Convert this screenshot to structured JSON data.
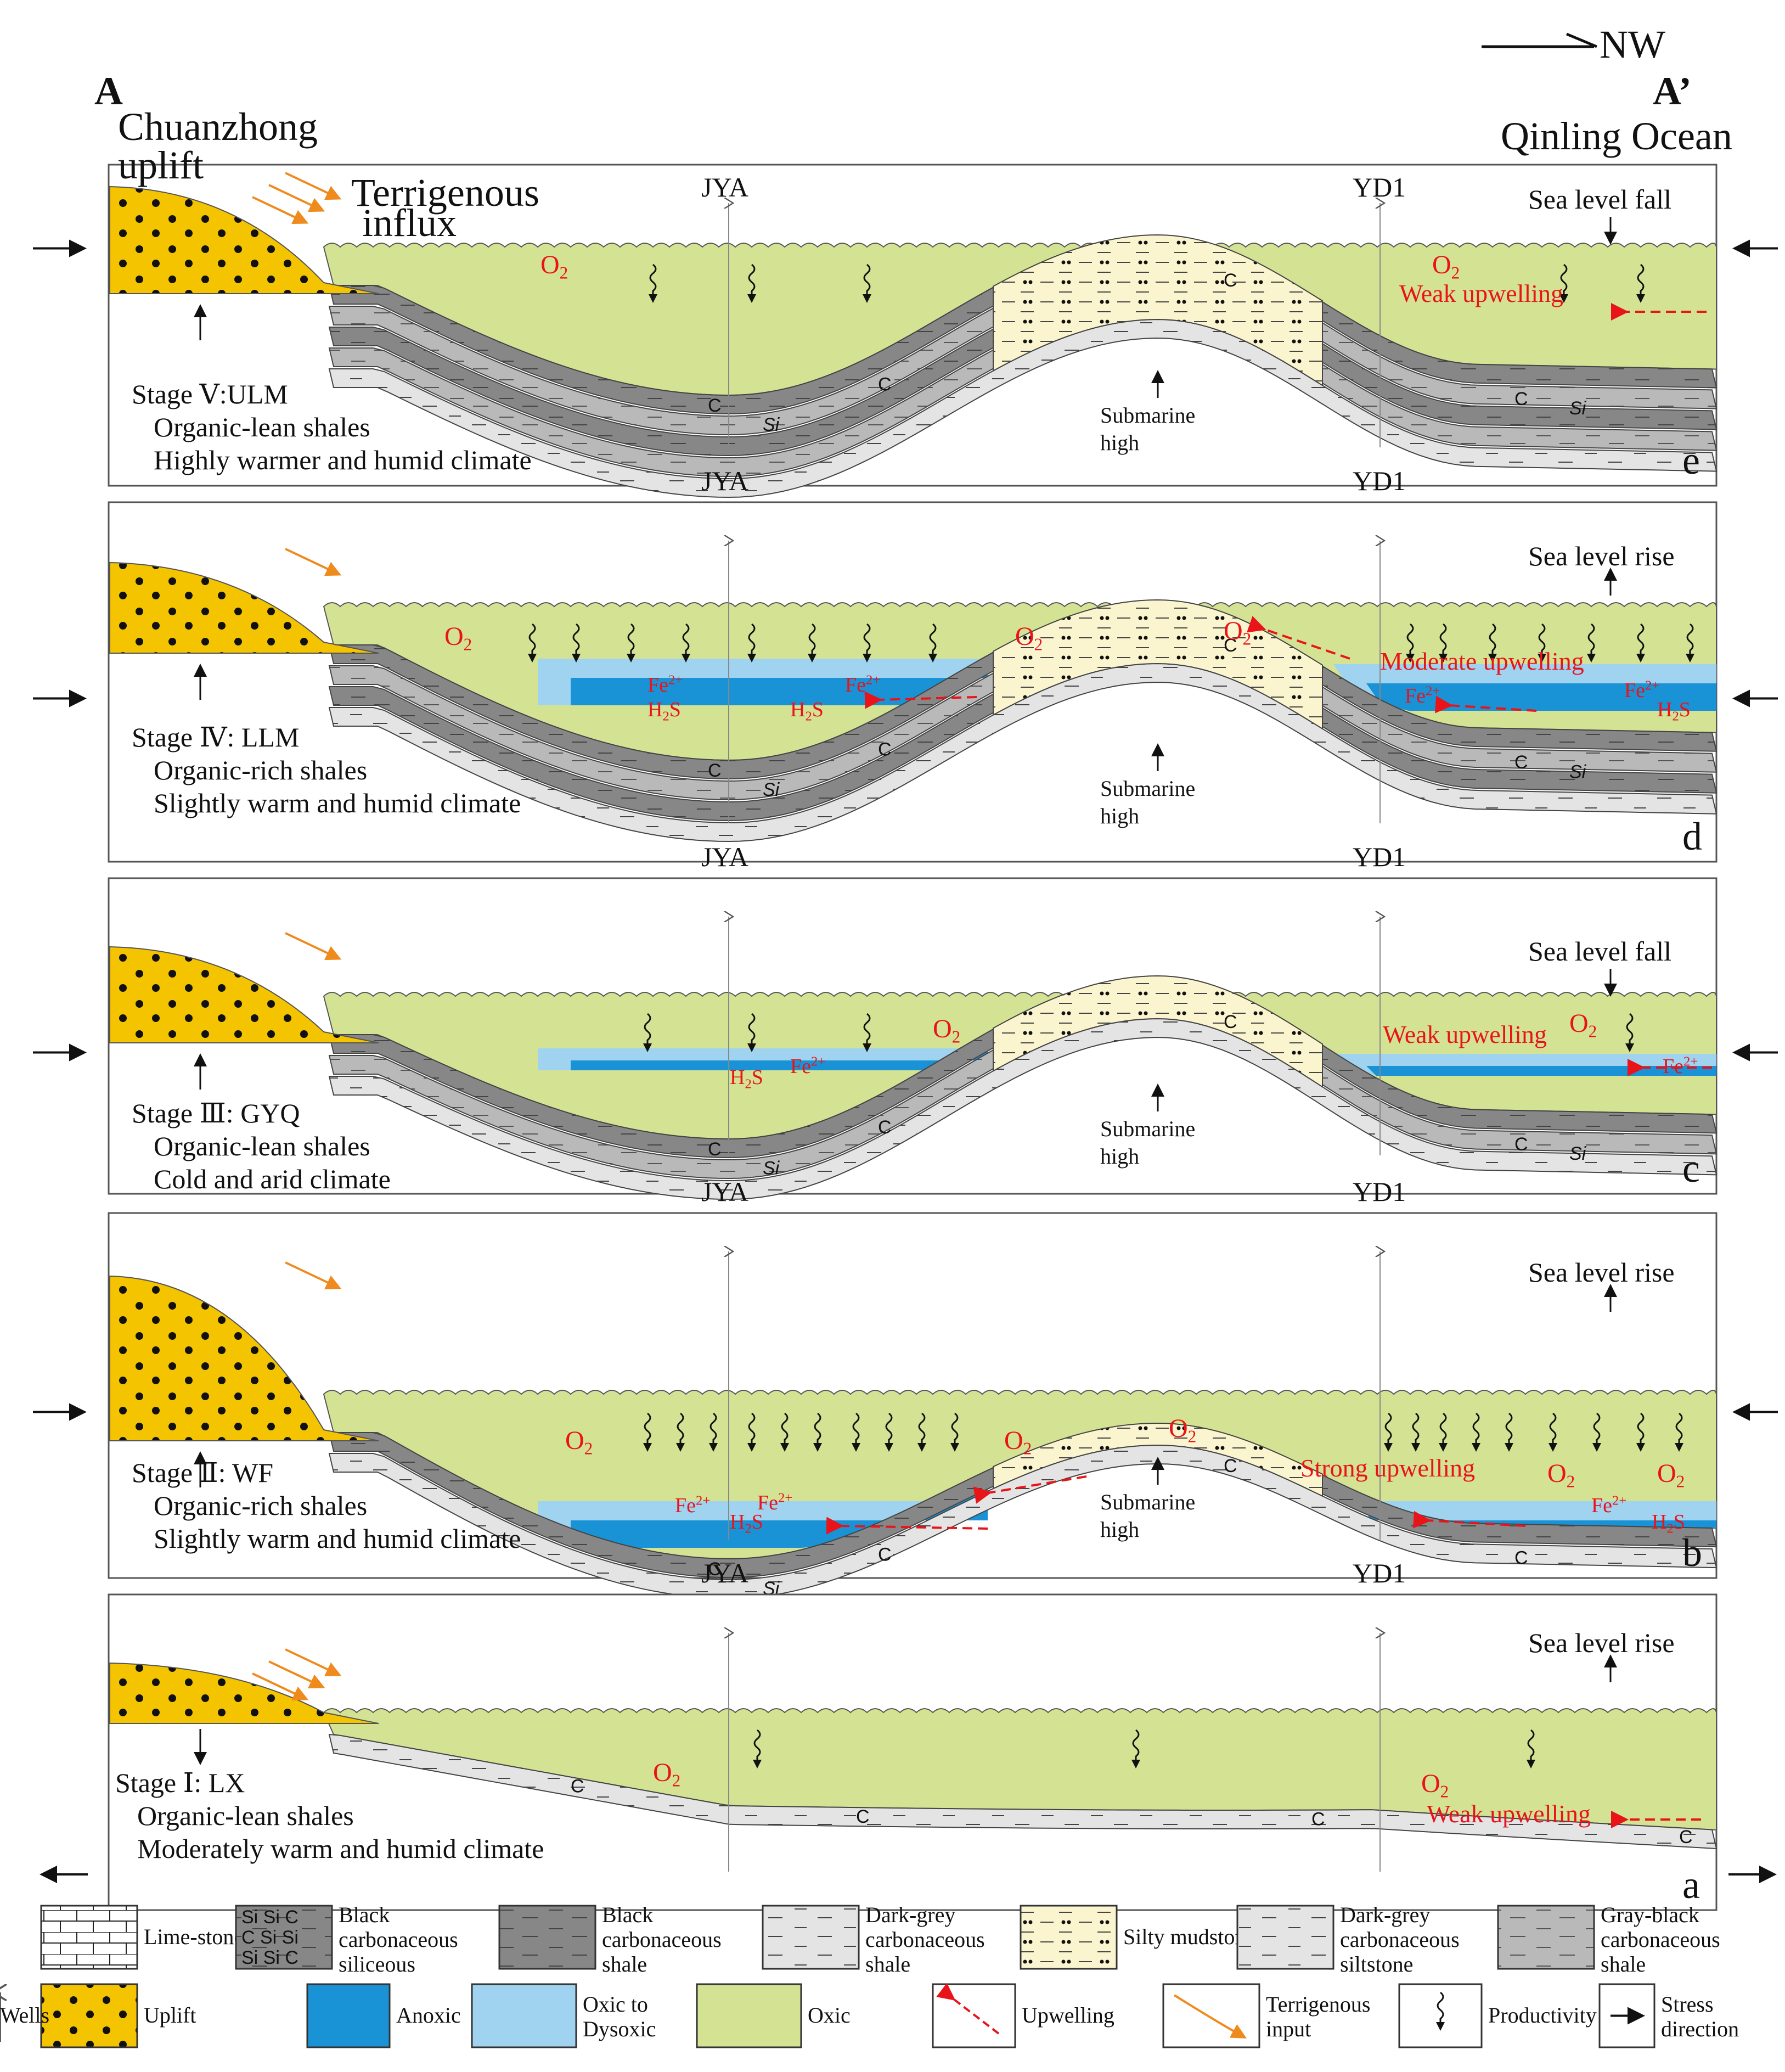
{
  "header": {
    "label_a": "A",
    "label_a_prime": "A’",
    "direction": "NW",
    "uplift": "Chuanzhong uplift",
    "ocean": "Qinling Ocean",
    "terrigenous": "Terrigenous influx"
  },
  "wells": {
    "w1": "JYA",
    "w2": "YD1"
  },
  "common": {
    "o2": "O2",
    "fe": "Fe2+",
    "h2s": "H2S",
    "submarine_high": "Submarine high"
  },
  "panels": [
    {
      "letter": "e",
      "sea_level": "Sea level fall",
      "stage": "Stage Ⅴ:ULM",
      "shale": "Organic-lean shales",
      "climate": "Highly warmer and humid climate",
      "upwelling": "Weak upwelling"
    },
    {
      "letter": "d",
      "sea_level": "Sea level rise",
      "stage": "Stage Ⅳ: LLM",
      "shale": "Organic-rich shales",
      "climate": "Slightly warm and humid climate",
      "upwelling": "Moderate upwelling"
    },
    {
      "letter": "c",
      "sea_level": "Sea level fall",
      "stage": "Stage Ⅲ: GYQ",
      "shale": "Organic-lean shales",
      "climate": "Cold and arid climate",
      "upwelling": "Weak upwelling"
    },
    {
      "letter": "b",
      "sea_level": "Sea level rise",
      "stage": "Stage Ⅱ: WF",
      "shale": "Organic-rich shales",
      "climate": "Slightly warm and humid climate",
      "upwelling": "Strong upwelling"
    },
    {
      "letter": "a",
      "sea_level": "Sea level rise",
      "stage": "Stage Ⅰ: LX",
      "shale": "Organic-lean shales",
      "climate": "Moderately warm and humid climate",
      "upwelling": "Weak upwelling"
    }
  ],
  "legend": [
    {
      "key": "limestone",
      "label": "Lime-stone"
    },
    {
      "key": "siliceous",
      "label": "Black carbonaceous siliceous"
    },
    {
      "key": "black_shale",
      "label": "Black carbonaceous shale"
    },
    {
      "key": "darkgrey_shale",
      "label": "Dark-grey carbonaceous shale"
    },
    {
      "key": "silty",
      "label": "Silty mudstone"
    },
    {
      "key": "siltstone",
      "label": "Dark-grey carbonaceous siltstone"
    },
    {
      "key": "grayblack",
      "label": "Gray-black carbonaceous shale"
    },
    {
      "key": "uplift",
      "label": "Uplift"
    },
    {
      "key": "anoxic",
      "label": "Anoxic"
    },
    {
      "key": "dysoxic",
      "label": "Oxic to Dysoxic"
    },
    {
      "key": "oxic",
      "label": "Oxic"
    },
    {
      "key": "upwelling",
      "label": "Upwelling"
    },
    {
      "key": "terrigenous",
      "label": "Terrigenous input"
    },
    {
      "key": "productivity",
      "label": "Productivity"
    },
    {
      "key": "stress",
      "label": "Stress direction"
    },
    {
      "key": "wells",
      "label": "Wells"
    }
  ],
  "colors": {
    "oxic": "#d4e294",
    "dysoxic": "#9fd3f0",
    "anoxic": "#1a92d6",
    "uplift": "#f5c400",
    "black_shale": "#878787",
    "gray_shale": "#b9b9b9",
    "light_shale": "#e4e4e4",
    "silty": "#fbf5cf",
    "arrow_red": "#e8141a",
    "arrow_orange": "#ef8a1c"
  }
}
